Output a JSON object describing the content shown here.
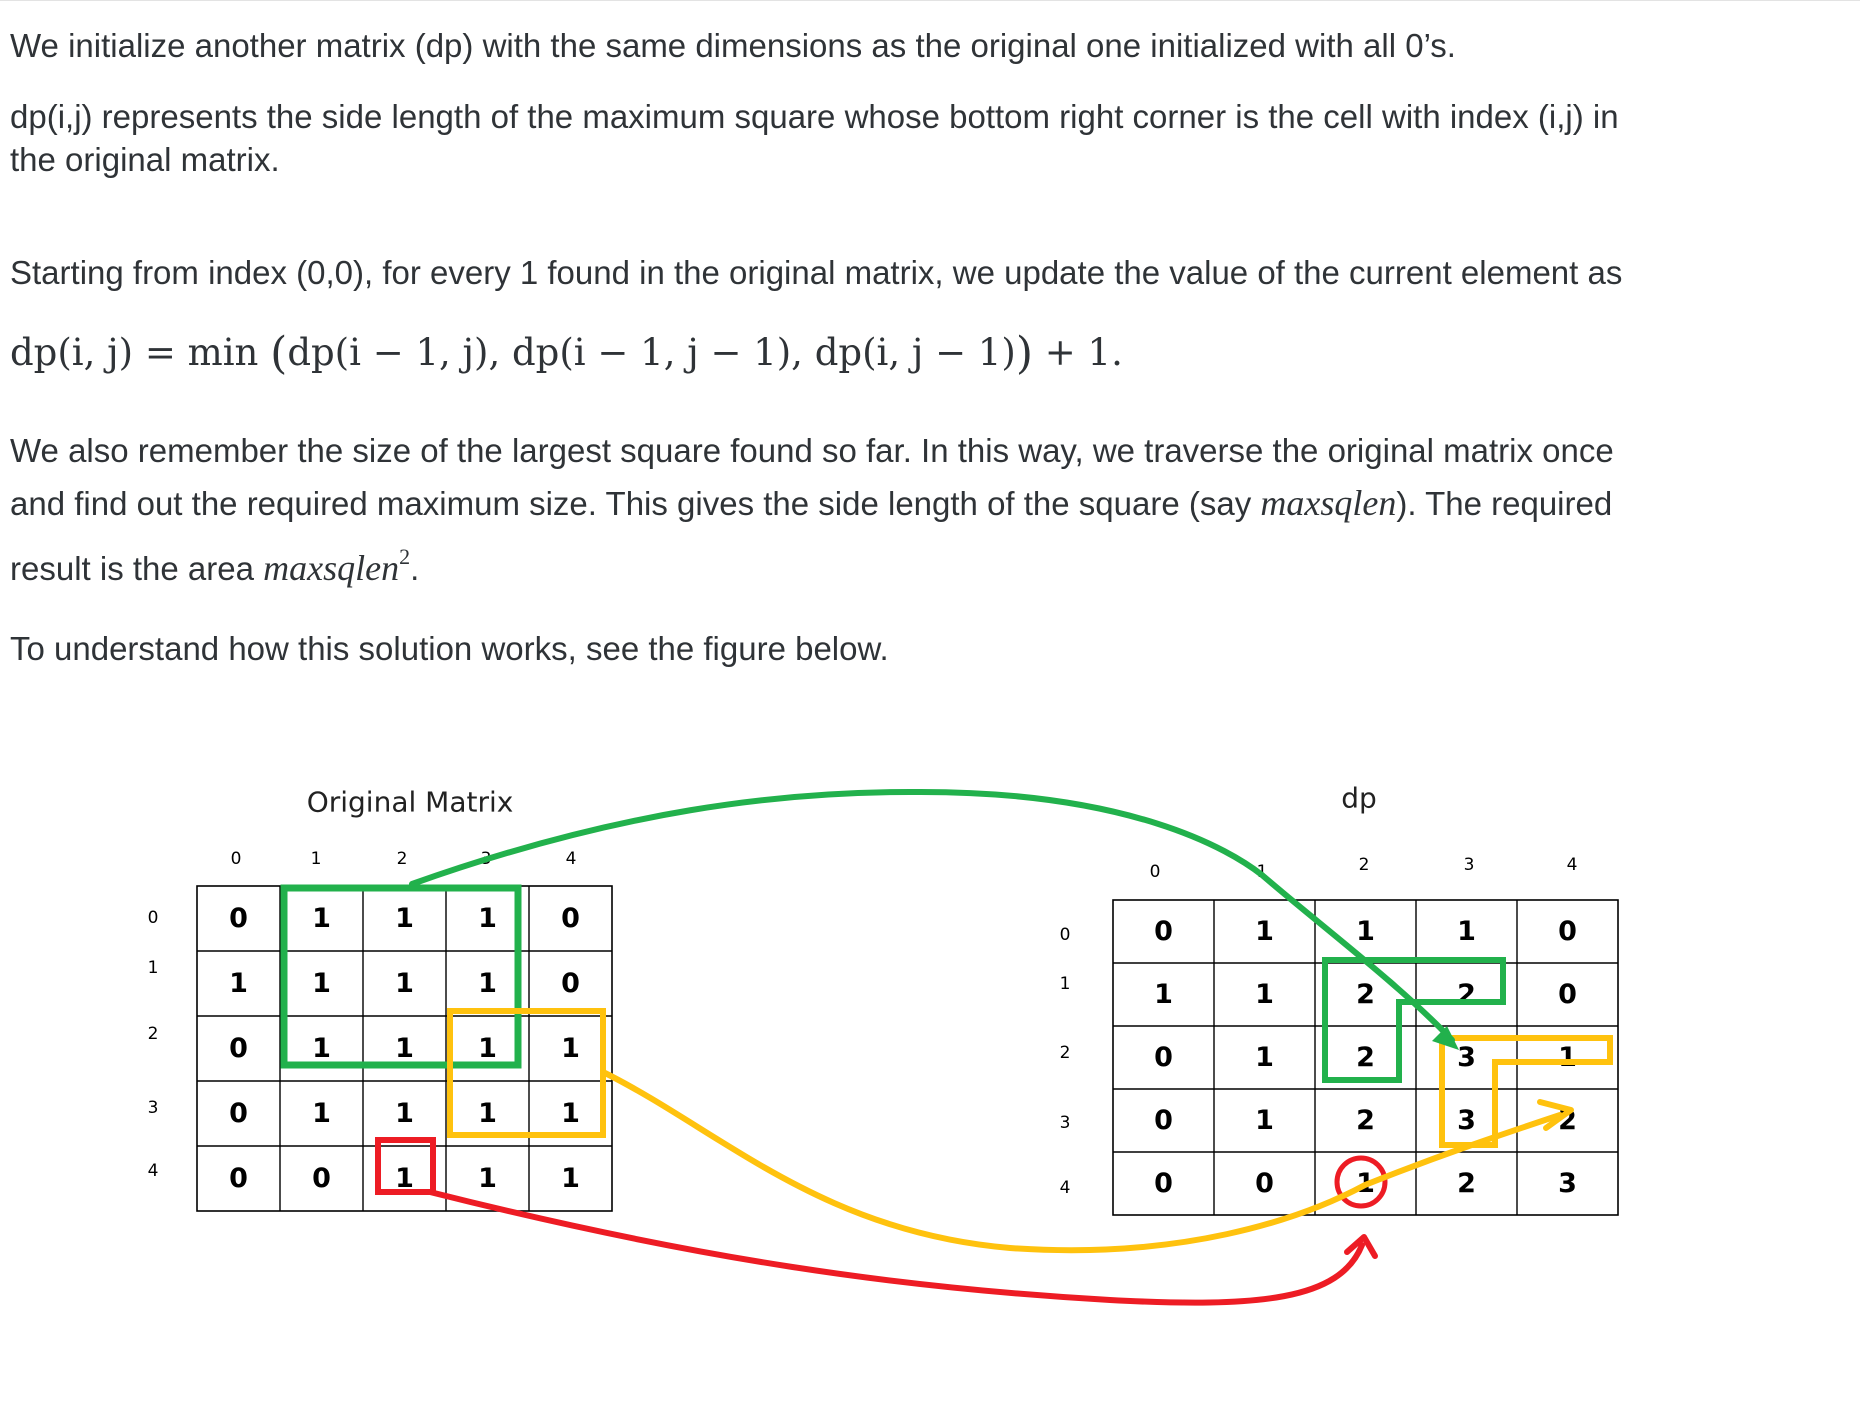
{
  "article": {
    "para1": "We initialize another matrix (dp) with the same dimensions as the original one initialized with all 0’s.",
    "para2_line1": "dp(i,j) represents the side length of the maximum square whose bottom right corner is the cell with index (i,j) in",
    "para2_line2": "the original matrix.",
    "para3": "Starting from index (0,0), for every 1 found in the original matrix, we update the value of the current element as",
    "formula": {
      "lhs": "dp(i, j)",
      "eq": "=",
      "fn": "min",
      "arg1": "dp(i − 1, j),",
      "arg2": "dp(i − 1, j − 1),",
      "arg3": "dp(i, j − 1)",
      "tail": "+ 1."
    },
    "para4_line1": "We also remember the size of the largest square found so far. In this way, we traverse the original matrix once",
    "para4_line2_a": "and find out the required maximum size. This gives the side length of the square (say ",
    "para4_var": "maxsqlen",
    "para4_line2_b": "). The required",
    "para4_line3_a": "result is the area ",
    "para4_exp": "2",
    "para4_line3_b": ".",
    "para5": "To understand how this solution works, see the figure below."
  },
  "figure": {
    "left_title": "Original Matrix",
    "right_title": "dp",
    "col_indices": [
      "0",
      "1",
      "2",
      "3",
      "4"
    ],
    "row_indices": [
      "0",
      "1",
      "2",
      "3",
      "4"
    ],
    "original_matrix": [
      [
        "0",
        "1",
        "1",
        "1",
        "0"
      ],
      [
        "1",
        "1",
        "1",
        "1",
        "0"
      ],
      [
        "0",
        "1",
        "1",
        "1",
        "1"
      ],
      [
        "0",
        "1",
        "1",
        "1",
        "1"
      ],
      [
        "0",
        "0",
        "1",
        "1",
        "1"
      ]
    ],
    "dp_matrix": [
      [
        "0",
        "1",
        "1",
        "1",
        "0"
      ],
      [
        "1",
        "1",
        "2",
        "2",
        "0"
      ],
      [
        "0",
        "1",
        "2",
        "3",
        "1"
      ],
      [
        "0",
        "1",
        "2",
        "3",
        "2"
      ],
      [
        "0",
        "0",
        "1",
        "2",
        "3"
      ]
    ],
    "colors": {
      "green": "#22b14c",
      "yellow": "#ffc20e",
      "red": "#ed1c24",
      "text": "#000000",
      "grid": "#000000"
    }
  }
}
